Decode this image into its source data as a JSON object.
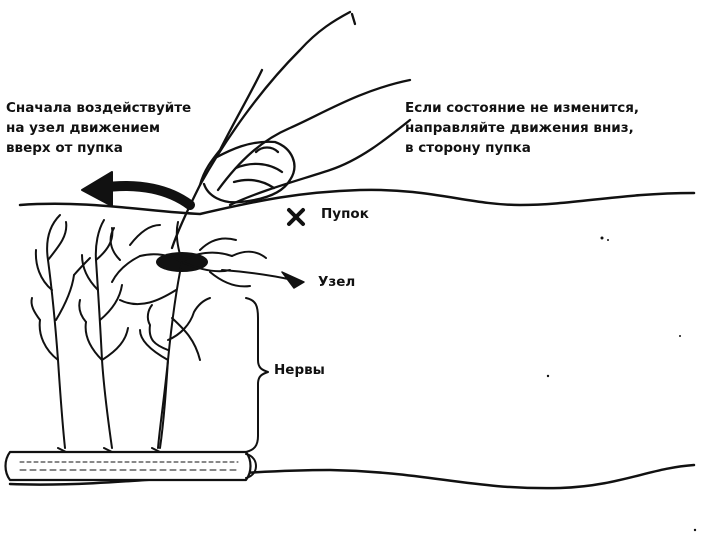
{
  "labels": {
    "instruction_first": [
      "Сначала воздействуйте",
      "на узел движением",
      "вверх от пупка"
    ],
    "instruction_then": [
      "Если состояние не изменится,",
      "направляйте движения вниз,",
      "в сторону пупка"
    ],
    "navel": "Пупок",
    "knot": "Узел",
    "nerves": "Нервы"
  },
  "icons": {
    "direction_arrow": "left-arrow-icon",
    "navel_marker": "cross-marker-icon",
    "knot_pointer": "pointer-line-icon",
    "nerves_bracket": "bracket-icon"
  },
  "colors": {
    "ink": "#111111",
    "background": "#ffffff"
  }
}
